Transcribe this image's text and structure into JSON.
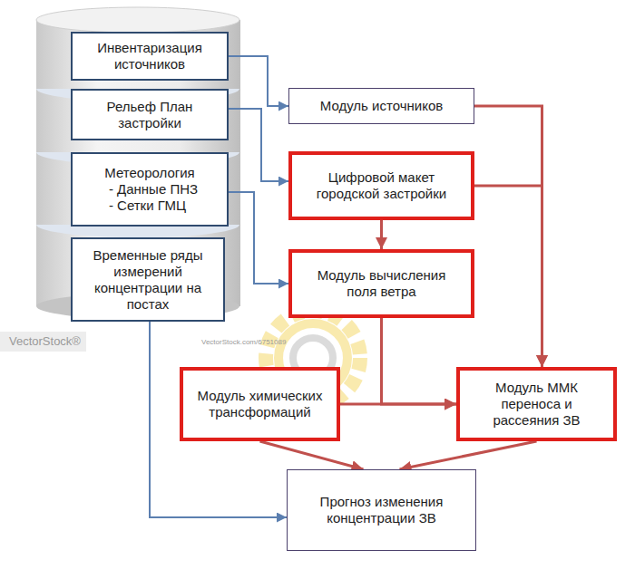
{
  "diagram": {
    "nodes": [
      {
        "text": [
          "Инвентаризация источников"
        ]
      },
      {
        "text": [
          "Рельеф План застройки"
        ]
      },
      {
        "text": [
          "Метеорология",
          "- Данные ПНЗ",
          "- Сетки ГМЦ"
        ]
      },
      {
        "text": [
          "Временные ряды измерений концентрации на постах"
        ]
      },
      {
        "text": [
          "Модуль источников"
        ]
      },
      {
        "text": [
          "Цифровой макет городской застройки"
        ]
      },
      {
        "text": [
          "Модуль вычисления поля ветра"
        ]
      },
      {
        "text": [
          "Модуль химических трансформаций"
        ]
      },
      {
        "text": [
          "Модуль ММК переноса и рассеяния ЗВ"
        ]
      },
      {
        "text": [
          "Прогноз изменения концентрации ЗВ"
        ]
      }
    ],
    "edges": [
      {
        "from": 0,
        "to": 4,
        "arrow": "to"
      },
      {
        "from": 1,
        "to": 5,
        "arrow": "to"
      },
      {
        "from": 2,
        "to": 6,
        "arrow": "to"
      },
      {
        "from": 3,
        "to": 9,
        "arrow": "to"
      },
      {
        "from": 4,
        "to": 8,
        "arrow": "to"
      },
      {
        "from": 5,
        "to": 8,
        "arrow": "to"
      },
      {
        "from": 5,
        "to": 6,
        "arrow": "to"
      },
      {
        "from": 6,
        "to": 8,
        "arrow": "to"
      },
      {
        "from": 7,
        "to": 8,
        "arrow": "to"
      },
      {
        "from": 7,
        "to": 9,
        "arrow": "to"
      },
      {
        "from": 8,
        "to": 9,
        "arrow": "to"
      }
    ],
    "labels": [
      "VectorStock®",
      "VectorStock.com/6751089"
    ]
  }
}
